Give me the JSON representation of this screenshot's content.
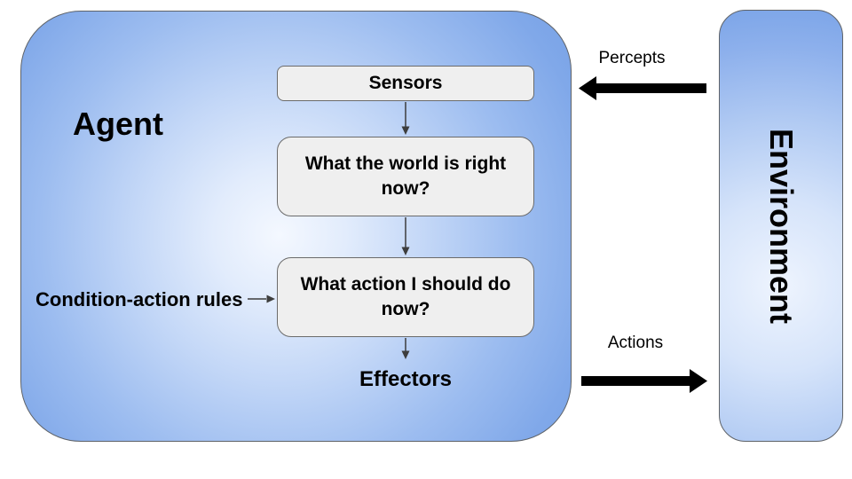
{
  "diagram": {
    "agent": {
      "title": "Agent"
    },
    "environment": {
      "title": "Environment"
    },
    "flow": {
      "sensors": "Sensors",
      "world_state": "What the world is right now?",
      "action_choice": "What action I should do now?",
      "effectors": "Effectors",
      "condition_rules": "Condition-action rules"
    },
    "exchange": {
      "percepts": "Percepts",
      "actions": "Actions"
    },
    "colors": {
      "agent_edge_blue": "#78a2e7",
      "gradient_center": "#f4f8ff",
      "node_fill": "#efefef",
      "node_border": "#6b6b6b",
      "container_border": "#5f6368",
      "thin_arrow": "#3d3d3d",
      "thick_arrow": "#000000",
      "text": "#000000"
    }
  }
}
